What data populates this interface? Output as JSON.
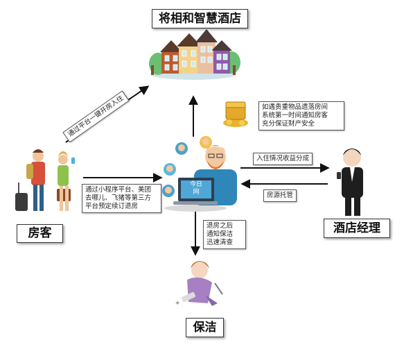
{
  "hotel": {
    "title": "将相和智慧酒店"
  },
  "guest": {
    "title": "房客"
  },
  "manager": {
    "title": "酒店经理"
  },
  "cleaner": {
    "title": "保洁"
  },
  "laptop": {
    "screen_line1": "今日",
    "screen_line2": "网"
  },
  "labels": {
    "guest_to_hotel": "通过平台一键开房入住",
    "guest_to_platform": [
      "通过小程序平台、美团",
      "去哪儿、飞猪等第三方",
      "平台预定续订退房"
    ],
    "valuables": [
      "如遇贵重物品遗落房间",
      "系统第一时间通知房客",
      "充分保证财产安全"
    ],
    "to_manager": "入住情况收益分成",
    "from_manager": "房源托管",
    "to_cleaner": [
      "退房之后",
      "通知保洁",
      "迅速清查"
    ]
  }
}
